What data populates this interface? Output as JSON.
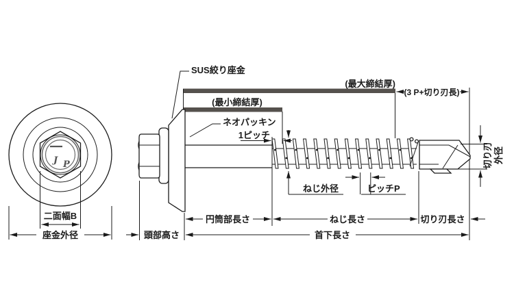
{
  "title": "セルフドリルねじ（六角頭・座金組込）寸法図",
  "colors": {
    "line": "#1a1a1a",
    "plate_bar": "#55514d",
    "logo_gray": "#6a6a6a",
    "background": "#ffffff"
  },
  "front_view": {
    "logo_j": "J",
    "logo_p": "P",
    "dim_width_across_flats": "二面幅B",
    "dim_washer_outer_dia": "座金外径"
  },
  "side_view": {
    "label_sus_washer": "SUS絞り座金",
    "label_neo_packing": "ネオパッキン",
    "label_max_clamp_thickness": "(最大締結厚)",
    "label_min_clamp_thickness": "(最小締結厚)",
    "label_one_pitch": "1ピッチ",
    "label_3p_plus_blade": "(3 P+切り刃長)",
    "label_thread_outer_dia": "ねじ外径",
    "label_pitch_p": "ピッチP",
    "label_blade_outer_dia_line1": "切り刃",
    "label_blade_outer_dia_line2": "外径",
    "dim_cylinder_length": "円筒部長さ",
    "dim_thread_length": "ねじ長さ",
    "dim_blade_length": "切り刃長さ",
    "dim_head_height": "頭部高さ",
    "dim_under_head_length": "首下長さ"
  }
}
